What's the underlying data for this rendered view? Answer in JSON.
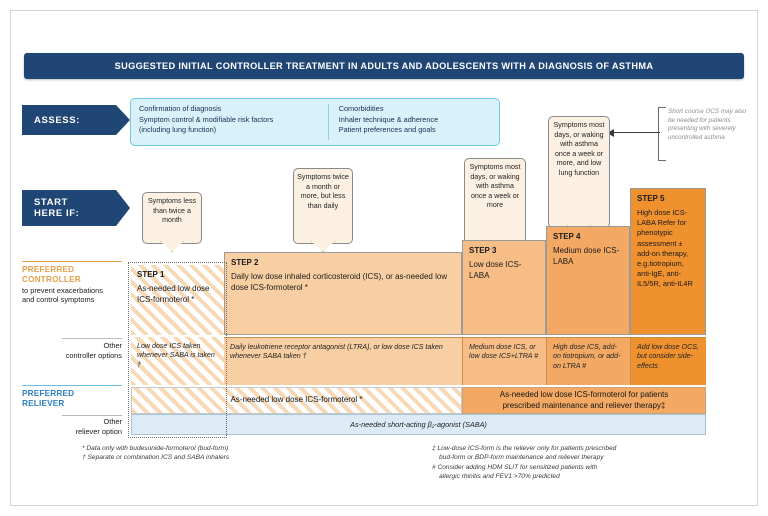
{
  "title": "SUGGESTED INITIAL CONTROLLER TREATMENT IN ADULTS AND ADOLESCENTS WITH A DIAGNOSIS OF ASTHMA",
  "tags": {
    "assess": "ASSESS:",
    "start_here": "START\nHERE IF:"
  },
  "assess_panel": {
    "column1": [
      "Confirmation of diagnosis",
      "Symptom control & modifiable risk factors",
      "(including lung function)"
    ],
    "column2": [
      "Comorbidities",
      "Inhaler technique & adherence",
      "Patient preferences and goals"
    ]
  },
  "callouts": [
    {
      "id": "callout-1",
      "text": "Symptoms less than twice a month"
    },
    {
      "id": "callout-2",
      "text": "Symptoms twice a month or more, but less than daily"
    },
    {
      "id": "callout-3",
      "text": "Symptoms most days, or waking with asthma once a week or more"
    },
    {
      "id": "callout-4",
      "text": "Symptoms most days, or waking with asthma once a week or more, and low lung function"
    }
  ],
  "ocs_note": "Short course OCS may also be needed for patients presenting with severely uncontrolled asthma",
  "row_labels": {
    "preferred_controller_title_l1": "PREFERRED",
    "preferred_controller_title_l2": "CONTROLLER",
    "preferred_controller_sub_l1": "to prevent exacerbations",
    "preferred_controller_sub_l2": "and control symptoms",
    "other_controller_l1": "Other",
    "other_controller_l2": "controller options",
    "preferred_reliever_title_l1": "PREFERRED",
    "preferred_reliever_title_l2": "RELIEVER",
    "other_reliever_l1": "Other",
    "other_reliever_l2": "reliever option"
  },
  "steps": [
    {
      "name": "STEP 1",
      "controller": "As-needed low dose ICS-formoterol *",
      "other_controller": "Low dose ICS taken whenever SABA is taken †"
    },
    {
      "name": "STEP 2",
      "controller": "Daily low dose inhaled corticosteroid (ICS), or as-needed low dose ICS-formoterol *",
      "other_controller": "Daily leukotriene receptor antagonist (LTRA), or low dose ICS taken whenever SABA taken †"
    },
    {
      "name": "STEP 3",
      "controller": "Low dose ICS-LABA",
      "other_controller": "Medium dose ICS, or low dose ICS+LTRA #"
    },
    {
      "name": "STEP 4",
      "controller": "Medium dose ICS-LABA",
      "other_controller": "High dose ICS, add-on tiotropium, or add-on LTRA #"
    },
    {
      "name": "STEP 5",
      "controller": "High dose ICS-LABA Refer for phenotypic assessment ± add-on therapy, e.g.tiotropium, anti-IgE, anti-IL5/5R, anti-IL4R",
      "other_controller": "Add low dose OCS, but consider side-effects"
    }
  ],
  "reliever": {
    "left": "As-needed low dose ICS-formoterol *",
    "right_l1": "As-needed low dose ICS-formoterol  for patients",
    "right_l2": "prescribed maintenance and reliever therapy‡",
    "saba": "As-needed short-acting β₂-agonist (SABA)"
  },
  "footnotes": {
    "left": [
      "* Data only with budesonide-formoterol (bud-form)",
      "† Separate or combination ICS and SABA inhalers"
    ],
    "right": [
      "‡ Low-dose ICS-form is the reliever only for patients prescribed",
      "bud-form or BDP-form maintenance and reliever therapy",
      "# Consider adding HDM SLIT for sensitized patients with",
      "allergic rhinitis and FEV1 >70% predicted"
    ]
  },
  "colors": {
    "navy": "#1f4675",
    "panel_blue": "#d9f1fb",
    "callout_cream": "#fcf0e2",
    "step2_orange": "#f8cfa2",
    "step3_orange": "#f6bd86",
    "step4_orange": "#f3a963",
    "step5_orange": "#f0912f",
    "saba_blue": "#dcebf5",
    "label_orange": "#e8a04a",
    "label_blue": "#2f7fbf"
  }
}
